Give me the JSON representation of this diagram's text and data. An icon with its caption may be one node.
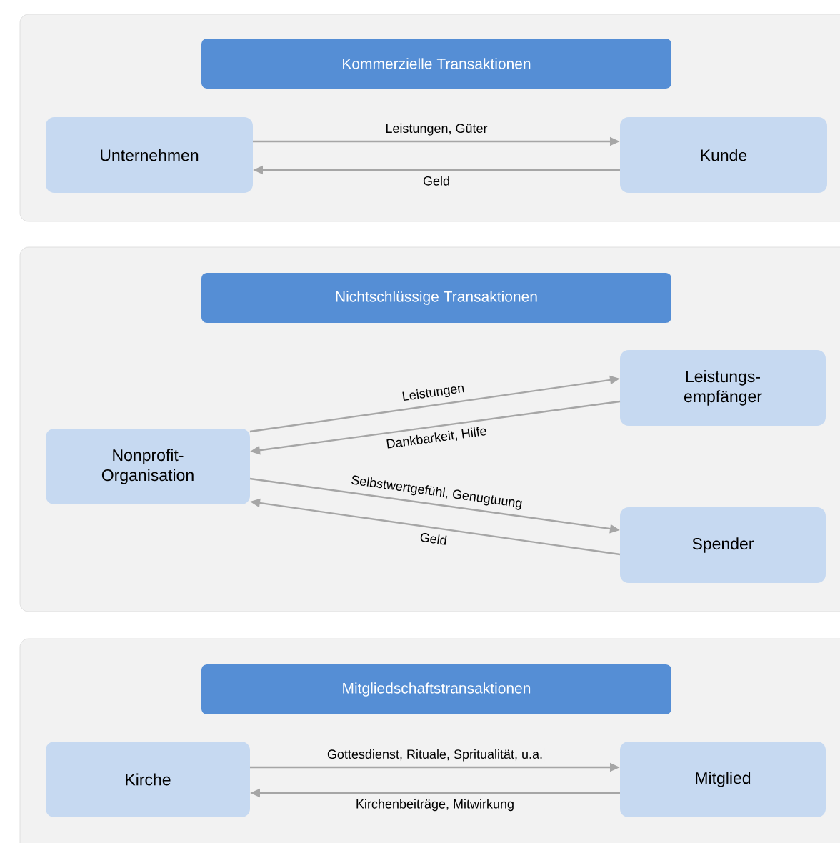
{
  "diagram": {
    "nodes": [
      {
        "text": [],
        "shape": "box"
      },
      {
        "text": [
          "Kommerzielle Transaktionen"
        ],
        "in": 0
      },
      {
        "text": [
          "Unternehmen"
        ],
        "in": 0
      },
      {
        "text": [
          "Kunde"
        ],
        "in": 0
      },
      {
        "text": [],
        "shape": "box"
      },
      {
        "text": [
          "Nichtschlüssige Transaktionen"
        ],
        "in": 4
      },
      {
        "text": [
          "Nonprofit- Organisation"
        ],
        "in": 4
      },
      {
        "text": [
          "Leistungs- empfänger"
        ],
        "in": 4
      },
      {
        "text": [
          "Spender"
        ],
        "in": 4
      },
      {
        "text": [],
        "shape": "box"
      },
      {
        "text": [
          "Mitgliedschaftstransaktionen"
        ],
        "in": 9
      },
      {
        "text": [
          "Kirche"
        ],
        "in": 9
      },
      {
        "text": [
          "Mitglied"
        ],
        "in": 9
      }
    ],
    "edges": [
      {
        "from": 2,
        "to": 3,
        "arrow": "to",
        "label": "Leistungen, Güter"
      },
      {
        "from": 3,
        "to": 2,
        "arrow": "to",
        "label": "Geld"
      },
      {
        "from": 6,
        "to": 7,
        "arrow": "to",
        "label": "Leistungen"
      },
      {
        "from": 7,
        "to": 6,
        "arrow": "to",
        "label": "Dankbarkeit, Hilfe"
      },
      {
        "from": 6,
        "to": 8,
        "arrow": "to",
        "label": "Selbstwertgefühl, Genugtuung"
      },
      {
        "from": 8,
        "to": 6,
        "arrow": "to",
        "label": "Geld"
      },
      {
        "from": 11,
        "to": 12,
        "arrow": "to",
        "label": "Gottesdienst, Rituale, Spritualität, u.a."
      },
      {
        "from": 12,
        "to": 11,
        "arrow": "to",
        "label": "Kirchenbeiträge, Mitwirkung"
      }
    ]
  }
}
